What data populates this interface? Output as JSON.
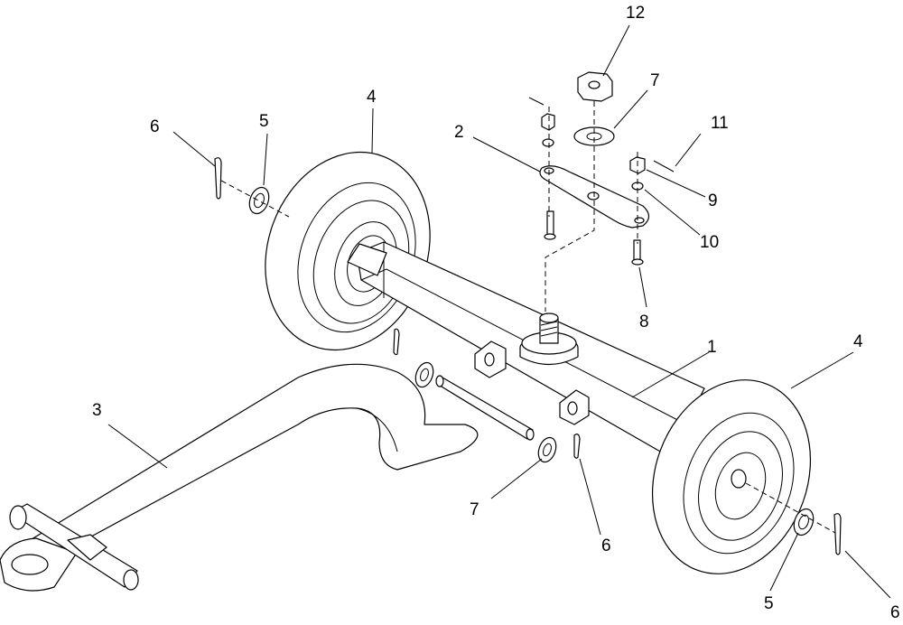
{
  "callouts": [
    {
      "id": "c12",
      "text": "12"
    },
    {
      "id": "c7a",
      "text": "7"
    },
    {
      "id": "c11",
      "text": "11"
    },
    {
      "id": "c2",
      "text": "2"
    },
    {
      "id": "c9",
      "text": "9"
    },
    {
      "id": "c10",
      "text": "10"
    },
    {
      "id": "c8",
      "text": "8"
    },
    {
      "id": "c4a",
      "text": "4"
    },
    {
      "id": "c5a",
      "text": "5"
    },
    {
      "id": "c6a",
      "text": "6"
    },
    {
      "id": "c1",
      "text": "1"
    },
    {
      "id": "c4b",
      "text": "4"
    },
    {
      "id": "c3",
      "text": "3"
    },
    {
      "id": "c7b",
      "text": "7"
    },
    {
      "id": "c6b",
      "text": "6"
    },
    {
      "id": "c5b",
      "text": "5"
    },
    {
      "id": "c6c",
      "text": "6"
    }
  ]
}
